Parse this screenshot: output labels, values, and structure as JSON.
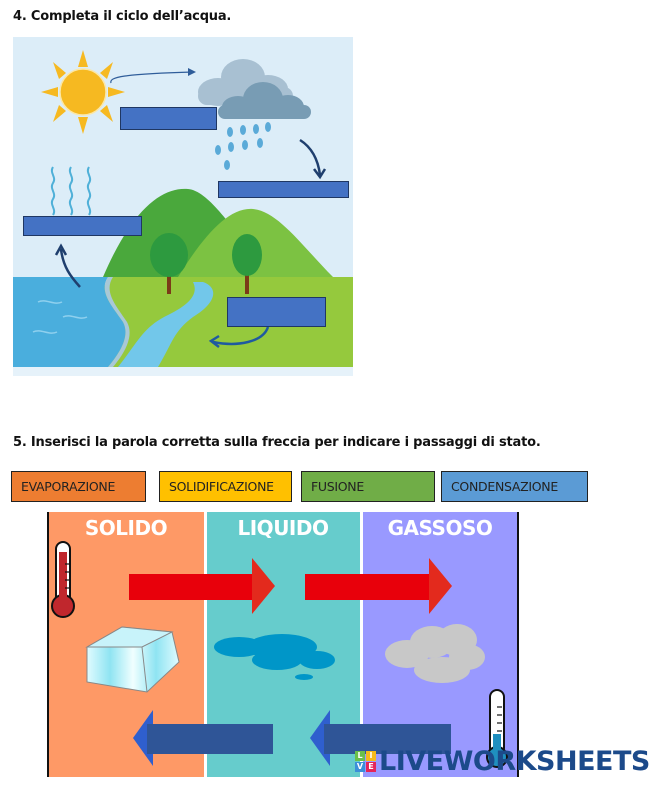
{
  "question4": {
    "title": "4. Completa il ciclo dell’acqua.",
    "answer_boxes": [
      {
        "id": "box-condensation",
        "value": ""
      },
      {
        "id": "box-precipitation",
        "value": ""
      },
      {
        "id": "box-evaporation",
        "value": ""
      },
      {
        "id": "box-runoff",
        "value": ""
      }
    ]
  },
  "question5": {
    "title": "5. Inserisci la parola corretta sulla freccia per indicare i passaggi di stato.",
    "word_bank": [
      {
        "label": "EVAPORAZIONE",
        "color": "#ed7d31"
      },
      {
        "label": "SOLIDIFICAZIONE",
        "color": "#ffc000"
      },
      {
        "label": "FUSIONE",
        "color": "#70ad47"
      },
      {
        "label": "CONDENSAZIONE",
        "color": "#5b9bd5"
      }
    ],
    "states": [
      {
        "label": "SOLIDO",
        "color": "#fe9966"
      },
      {
        "label": "LIQUIDO",
        "color": "#66cccc"
      },
      {
        "label": "GASSOSO",
        "color": "#9999ff"
      }
    ],
    "arrows": [
      {
        "id": "arrow-solid-to-liquid",
        "direction": "right",
        "value": ""
      },
      {
        "id": "arrow-liquid-to-gas",
        "direction": "right",
        "value": ""
      },
      {
        "id": "arrow-liquid-to-solid",
        "direction": "left",
        "value": ""
      },
      {
        "id": "arrow-gas-to-liquid",
        "direction": "left",
        "value": ""
      }
    ]
  },
  "watermark": {
    "brand": "LIVEWORKSHEETS",
    "tiles": [
      "L",
      "I",
      "V",
      "E"
    ]
  }
}
